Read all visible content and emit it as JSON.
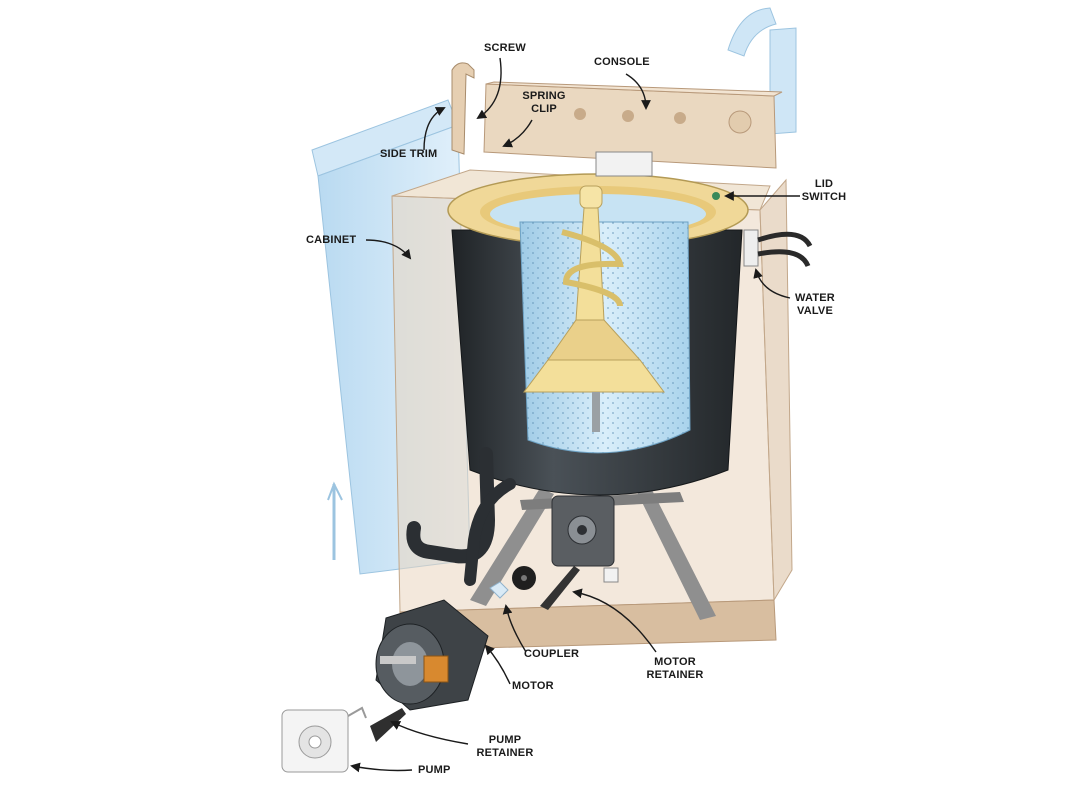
{
  "labels": {
    "screw": "SCREW",
    "console": "CONSOLE",
    "spring_clip_1": "SPRING",
    "spring_clip_2": "CLIP",
    "side_trim": "SIDE TRIM",
    "lid_switch_1": "LID",
    "lid_switch_2": "SWITCH",
    "cabinet": "CABINET",
    "water_valve_1": "WATER",
    "water_valve_2": "VALVE",
    "coupler": "COUPLER",
    "motor_retainer_1": "MOTOR",
    "motor_retainer_2": "RETAINER",
    "motor": "MOTOR",
    "pump_retainer_1": "PUMP",
    "pump_retainer_2": "RETAINER",
    "pump": "PUMP"
  },
  "colors": {
    "cabinet_beige": "#e9d6bf",
    "panel_blue": "#cfe6f6",
    "tub_dark": "#2f3438",
    "basket_blue": "#bfe0f2",
    "agitator_cream": "#f3df9a",
    "frame_gray": "#8f8f8f",
    "label_text": "#1a1a1a"
  }
}
